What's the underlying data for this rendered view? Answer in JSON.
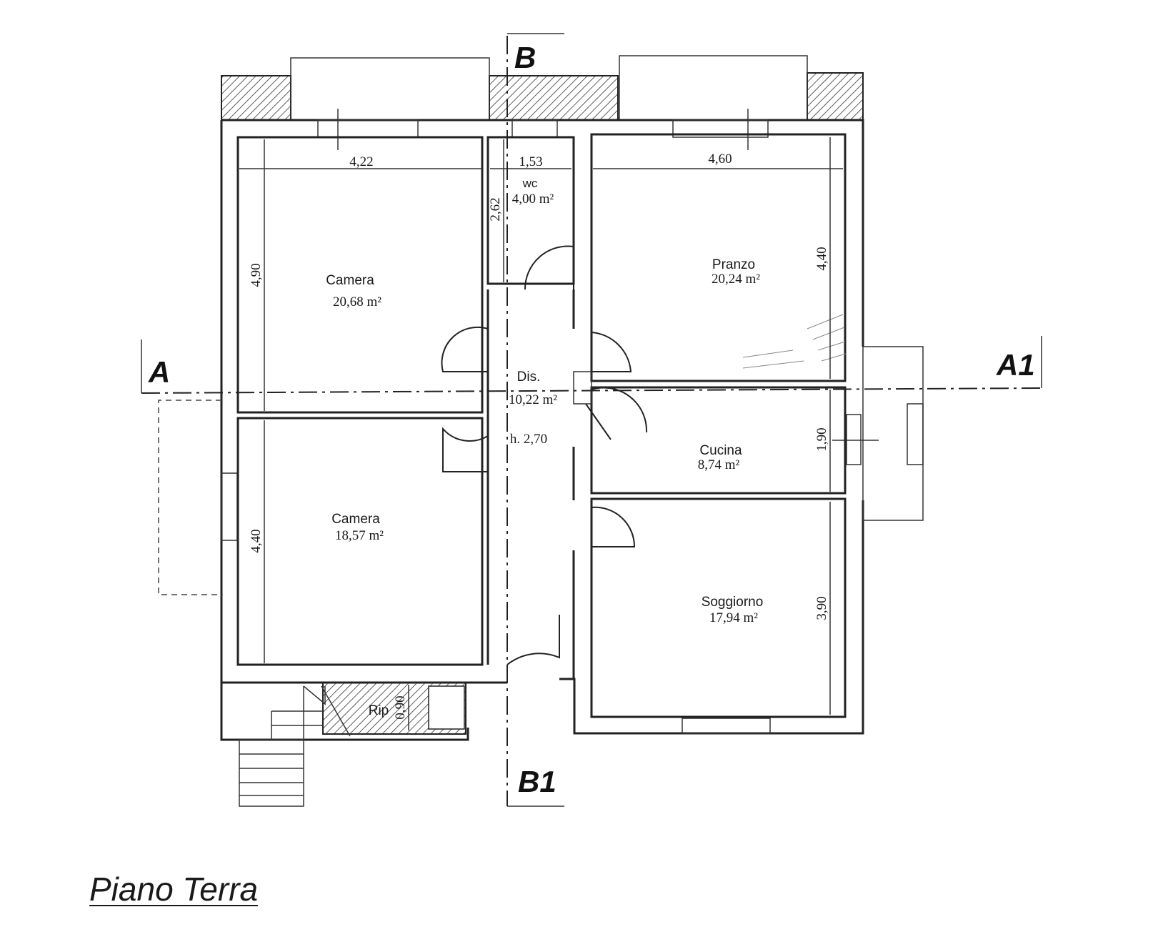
{
  "plan_title": "Piano Terra",
  "sections": {
    "a": "A",
    "a1": "A1",
    "b": "B",
    "b1": "B1"
  },
  "rooms": {
    "camera_top": {
      "name": "Camera",
      "area": "20,68 m²"
    },
    "camera_bottom": {
      "name": "Camera",
      "area": "18,57 m²"
    },
    "wc": {
      "name": "wc",
      "area": "4,00 m²"
    },
    "dis": {
      "name": "Dis.",
      "area": "10,22 m²",
      "height": "h. 2,70"
    },
    "pranzo": {
      "name": "Pranzo",
      "area": "20,24 m²"
    },
    "cucina": {
      "name": "Cucina",
      "area": "8,74 m²"
    },
    "soggiorno": {
      "name": "Soggiorno",
      "area": "17,94 m²"
    },
    "rip": {
      "name": "Rip"
    }
  },
  "dimensions": {
    "camera_top_width": "4,22",
    "camera_top_depth": "4,90",
    "camera_bottom_depth": "4,40",
    "wc_width": "1,53",
    "wc_depth": "2,62",
    "pranzo_width": "4,60",
    "pranzo_depth": "4,40",
    "cucina_depth": "1,90",
    "soggiorno_depth": "3,90",
    "rip_depth": "0,90"
  },
  "colors": {
    "line": "#222222",
    "hatch": "#333333",
    "paper": "#ffffff"
  }
}
